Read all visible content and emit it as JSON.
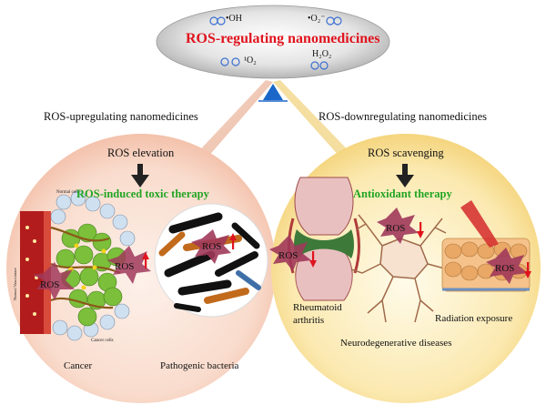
{
  "header": {
    "title": "ROS-regulating nanomedicines",
    "species": {
      "hydroxyl": "•OH",
      "superoxide": "•O₂⁻",
      "singlet": "¹O₂",
      "peroxide": "H₂O₂"
    }
  },
  "left_branch": {
    "label": "ROS-upregulating nanomedicines",
    "step": "ROS elevation",
    "therapy": "ROS-induced toxic therapy",
    "ros_tag": "ROS",
    "examples": [
      {
        "label": "Cancer"
      },
      {
        "label": "Pathogenic bacteria"
      }
    ],
    "micro_labels": {
      "normal_cells": "Normal cells",
      "cancer_cells": "Cancer cells",
      "vasculature": "Normal Vasculature"
    }
  },
  "right_branch": {
    "label": "ROS-downregulating nanomedicines",
    "step": "ROS scavenging",
    "therapy": "Antioxidant therapy",
    "ros_tag": "ROS",
    "examples": [
      {
        "label": "Rheumatoid arthritis"
      },
      {
        "label": "Neurodegenerative diseases"
      },
      {
        "label": "Radiation exposure"
      }
    ],
    "ra_line1": "Rheumatoid",
    "ra_line2": "arthritis"
  },
  "colors": {
    "title_red": "#e0141e",
    "therapy_green": "#22a524",
    "left_circle": "#f6c9b4",
    "right_circle": "#f5dc8a",
    "arrow_up": "#e0141e",
    "arrow_down": "#e0141e"
  }
}
